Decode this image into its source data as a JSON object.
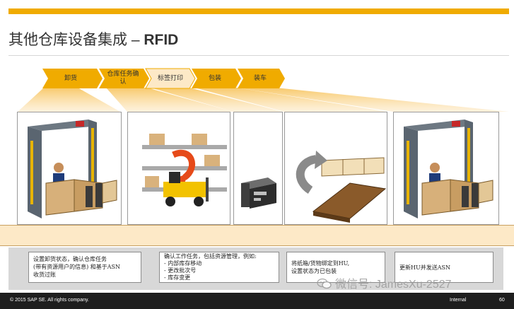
{
  "slide": {
    "title_prefix": "其他仓库设备集成 – ",
    "title_bold": "RFID",
    "colors": {
      "accent": "#f0ab00",
      "beam": "#fde9c7",
      "footer": "#1e1e1e"
    }
  },
  "process_steps": [
    {
      "label": "卸货"
    },
    {
      "label": "仓库任务确认"
    },
    {
      "label": "标签打印"
    },
    {
      "label": "包装"
    },
    {
      "label": "装车"
    }
  ],
  "panels": [
    {
      "image": "rfid-gate-forklift-illustration"
    },
    {
      "image": "warehouse-forklift-rack-illustration"
    },
    {
      "image": "label-printer-illustration"
    },
    {
      "image": "boxes-on-pallet-illustration"
    },
    {
      "image": "rfid-gate-forklift-illustration"
    }
  ],
  "descriptions": [
    {
      "lines": [
        "设置卸货状态，确认仓库任务",
        "(带有资源用户的信息) 和基于ASN",
        "收货过账"
      ]
    },
    {
      "lines": [
        "确认工作任务，包括资源管理，例如:",
        "- 内部库存移动",
        "- 更改批次号",
        "- 库存变更"
      ]
    },
    {
      "lines": [
        "将纸箱/货物绑定到HU,",
        "设置状态为已包装"
      ]
    },
    {
      "lines": [
        "更新HU并发送ASN"
      ]
    }
  ],
  "footer": {
    "copyright": "© 2015 SAP SE.  All rights company.",
    "classification": "Internal",
    "page_number": "60"
  },
  "watermark": {
    "text": "微信号: JamesXu-2527",
    "icon": "wechat-icon"
  }
}
